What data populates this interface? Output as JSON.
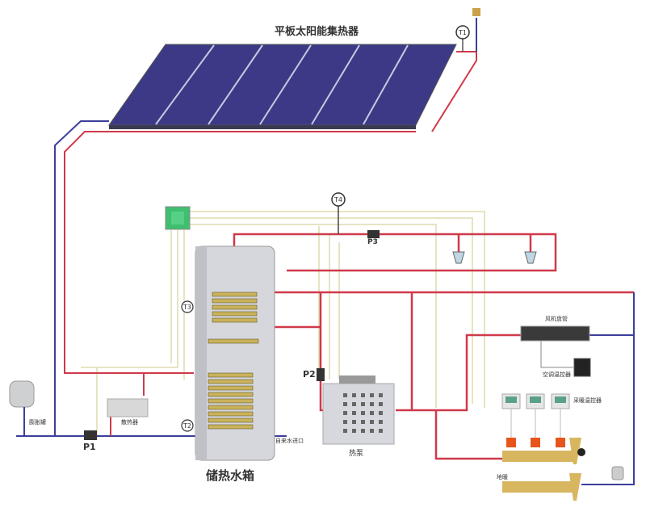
{
  "diagram": {
    "title": "平板太阳能集热器",
    "sensors": {
      "t1": "T1",
      "t2": "T2",
      "t3": "T3",
      "t4": "T4"
    },
    "pumps": {
      "p1": "P1",
      "p2": "P2",
      "p3": "P3"
    },
    "components": {
      "tank": "储热水箱",
      "expansion_tank": "膨胀罐",
      "radiator": "散热器",
      "water_inlet": "自来水进口",
      "heat_pump": "热泵",
      "fan_coil": "风机盘管",
      "ac_thermostat": "空调温控器",
      "heating_thermostat": "采暖温控器",
      "floor_heating": "地暖"
    },
    "colors": {
      "hot_pipe": "#d0394a",
      "cold_pipe": "#3b3f9a",
      "signal_wire": "#e8e6c4",
      "panel": "#3c3a86",
      "coil": "#c9b25a",
      "controller": "#3fbf6f",
      "valve_head": "#e8551c",
      "manifold": "#d8b660"
    }
  }
}
